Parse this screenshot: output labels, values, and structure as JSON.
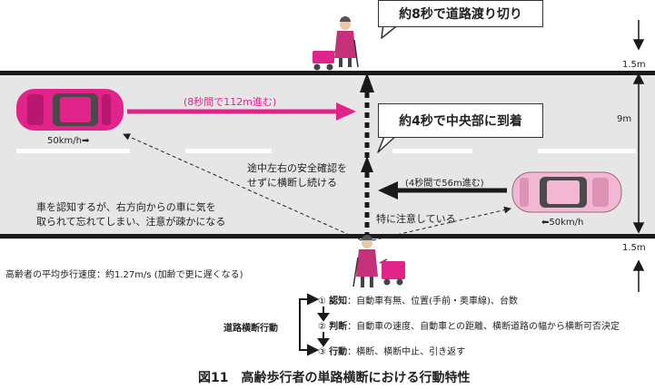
{
  "bubbles": {
    "top": "約8秒で道路渡り切り",
    "middle": "約4秒で中央部に到着"
  },
  "dimensions": {
    "top_sidewalk": "1.5m",
    "road_width": "9m",
    "bottom_sidewalk": "1.5m"
  },
  "cars": {
    "left_speed": "50km/h➡",
    "left_distance": "(8秒間で112m進む)",
    "right_speed": "⬅50km/h",
    "right_distance": "(4秒間で56m進む)"
  },
  "annotations": {
    "middle_line1": "途中左右の安全確認を",
    "middle_line2": "せずに横断し続ける",
    "left_line1": "車を認知するが、右方向からの車に気を",
    "left_line2": "取られて忘れてしまい、注意が疎かになる",
    "attention": "特に注意している"
  },
  "walking_speed": "高齢者の平均歩行速度：約1.27m/s (加齢で更に遅くなる)",
  "behavior": {
    "label": "道路横断行動",
    "steps": [
      {
        "num": "①",
        "name": "認知",
        "desc": "：自動車有無、位置(手前・奥車線)、台数"
      },
      {
        "num": "②",
        "name": "判断",
        "desc": "：自動車の速度、自動車との距離、横断道路の幅から横断可否決定"
      },
      {
        "num": "③",
        "name": "行動",
        "desc": "：横断、横断中止、引き返す"
      }
    ]
  },
  "caption": "図11　高齢歩行者の単路横断における行動特性",
  "colors": {
    "road": "#e6e6e6",
    "edge": "#1a1a1a",
    "car_left": "#e0248a",
    "car_right": "#f2b8d3",
    "pedestrian_outfit": "#c5307a"
  }
}
